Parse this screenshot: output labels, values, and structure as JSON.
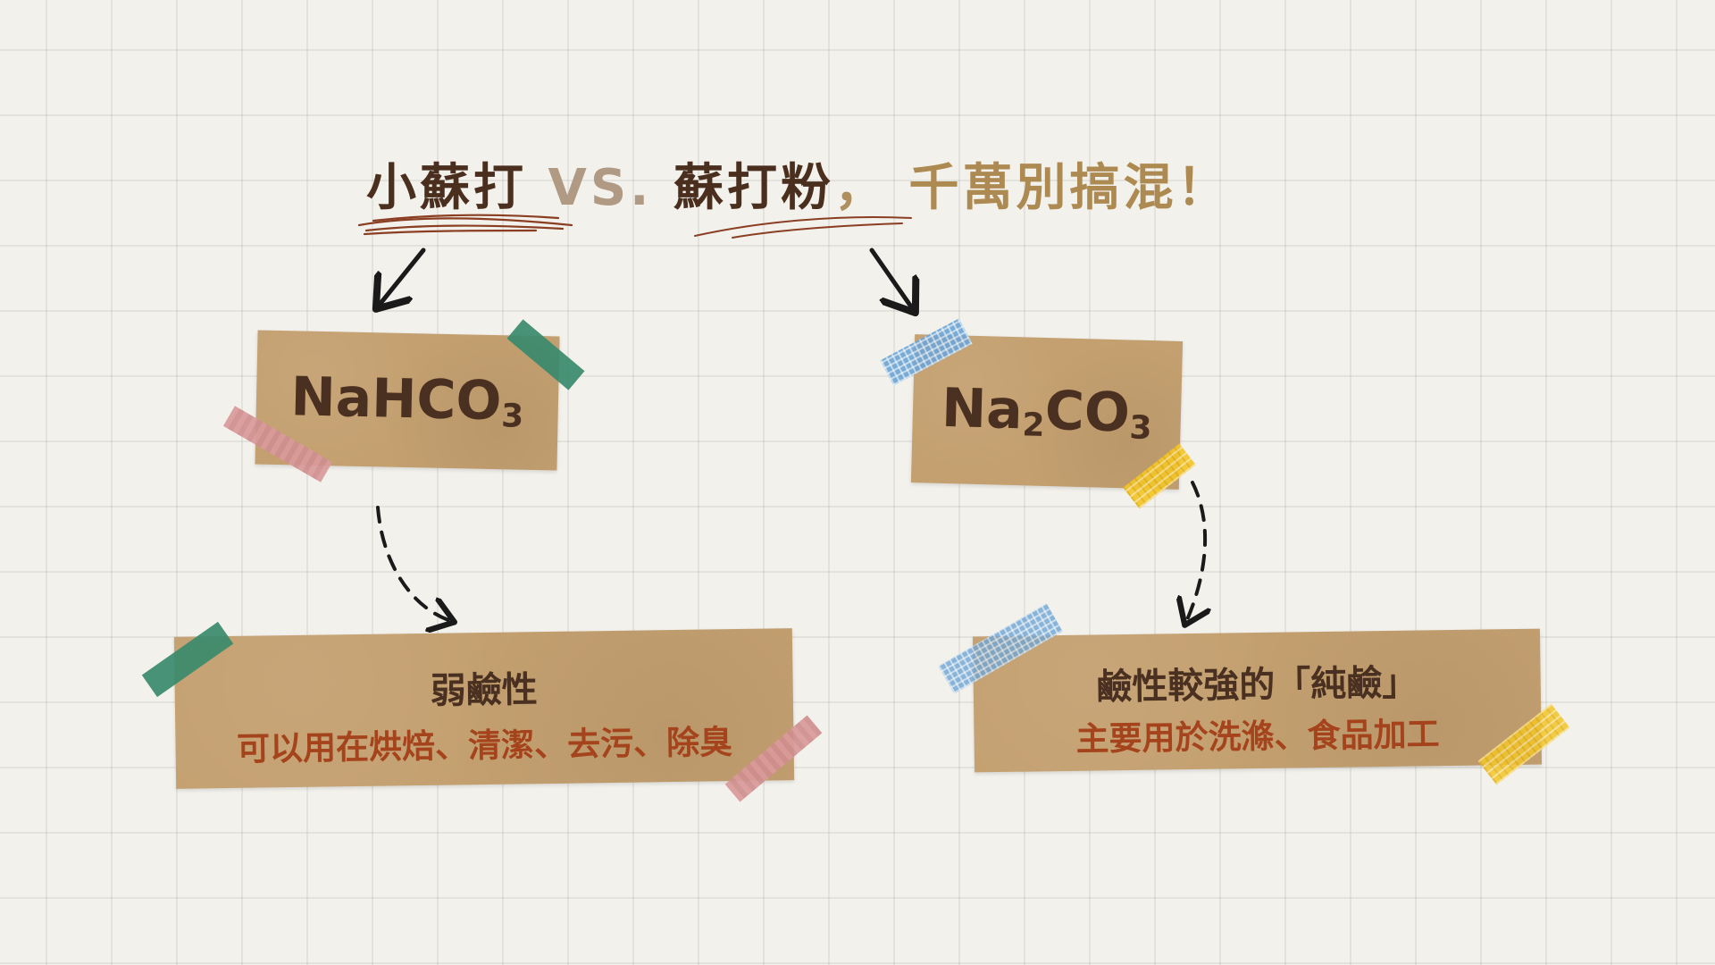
{
  "title": {
    "part1": "小蘇打",
    "vs": "VS.",
    "part2": "蘇打粉",
    "comma": "，",
    "part3": "千萬別搞混！"
  },
  "left": {
    "formula_main": "NaHCO",
    "formula_sub": "3",
    "desc_head": "弱鹼性",
    "desc_sub": "可以用在烘焙、清潔、去污、除臭"
  },
  "right": {
    "formula_a": "Na",
    "formula_a_sub": "2",
    "formula_b": "CO",
    "formula_b_sub": "3",
    "desc_head": "鹼性較強的「純鹼」",
    "desc_sub": "主要用於洗滌、食品加工"
  },
  "colors": {
    "dark_brown": "#4a2f1e",
    "rust": "#a5431c",
    "kraft": "#c4a070",
    "tape_green": "#3a8a6c",
    "tape_pink": "#d99a9a",
    "tape_blue": "#6fa6d6",
    "tape_yellow": "#f3c62a"
  }
}
